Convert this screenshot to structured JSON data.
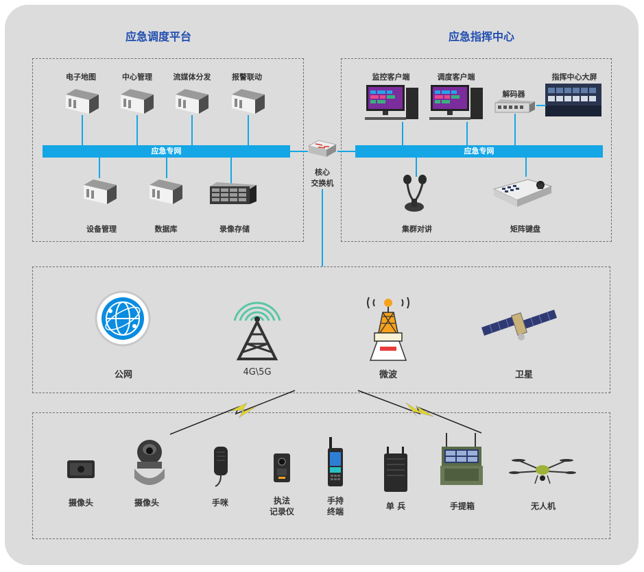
{
  "left_box": {
    "title": "应急调度平台",
    "bus_label": "应急专网",
    "top_items": [
      "电子地图",
      "中心管理",
      "流媒体分发",
      "报警联动"
    ],
    "bottom_items": [
      "设备管理",
      "数据库",
      "录像存储"
    ]
  },
  "right_box": {
    "title": "应急指挥中心",
    "bus_label": "应急专网",
    "top_items": [
      "监控客户端",
      "调度客户端",
      "解码器",
      "指挥中心大屏"
    ],
    "bottom_items": [
      "集群对讲",
      "矩阵键盘"
    ]
  },
  "core_switch": {
    "label_line1": "核心",
    "label_line2": "交换机"
  },
  "network": {
    "items": [
      "公网",
      "4G\\5G",
      "微波",
      "卫星"
    ]
  },
  "devices": {
    "items": [
      {
        "line1": "摄像头",
        "line2": ""
      },
      {
        "line1": "摄像头",
        "line2": ""
      },
      {
        "line1": "手咪",
        "line2": ""
      },
      {
        "line1": "执法",
        "line2": "记录仪"
      },
      {
        "line1": "手持",
        "line2": "终端"
      },
      {
        "line1": "单 兵",
        "line2": ""
      },
      {
        "line1": "手提箱",
        "line2": ""
      },
      {
        "line1": "无人机",
        "line2": ""
      }
    ]
  },
  "colors": {
    "accent": "#1f4db0",
    "bus": "#15a6e6",
    "panel": "#dcdcdc",
    "lightning": "#e3d52c"
  }
}
